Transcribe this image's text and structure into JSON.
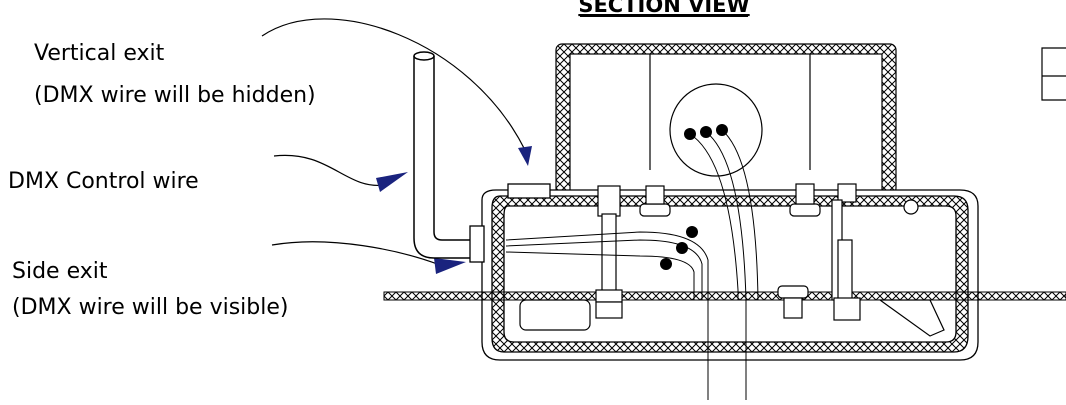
{
  "title": "SECTION VIEW",
  "labels": {
    "vertical_exit_line1": "Vertical exit",
    "vertical_exit_line2": "(DMX wire will be hidden)",
    "dmx_control_wire": "DMX Control wire",
    "side_exit_line1": "Side exit",
    "side_exit_line2": "(DMX wire will be visible)"
  },
  "colors": {
    "line": "#000000",
    "background": "#ffffff",
    "arrow": "#1a237e"
  }
}
